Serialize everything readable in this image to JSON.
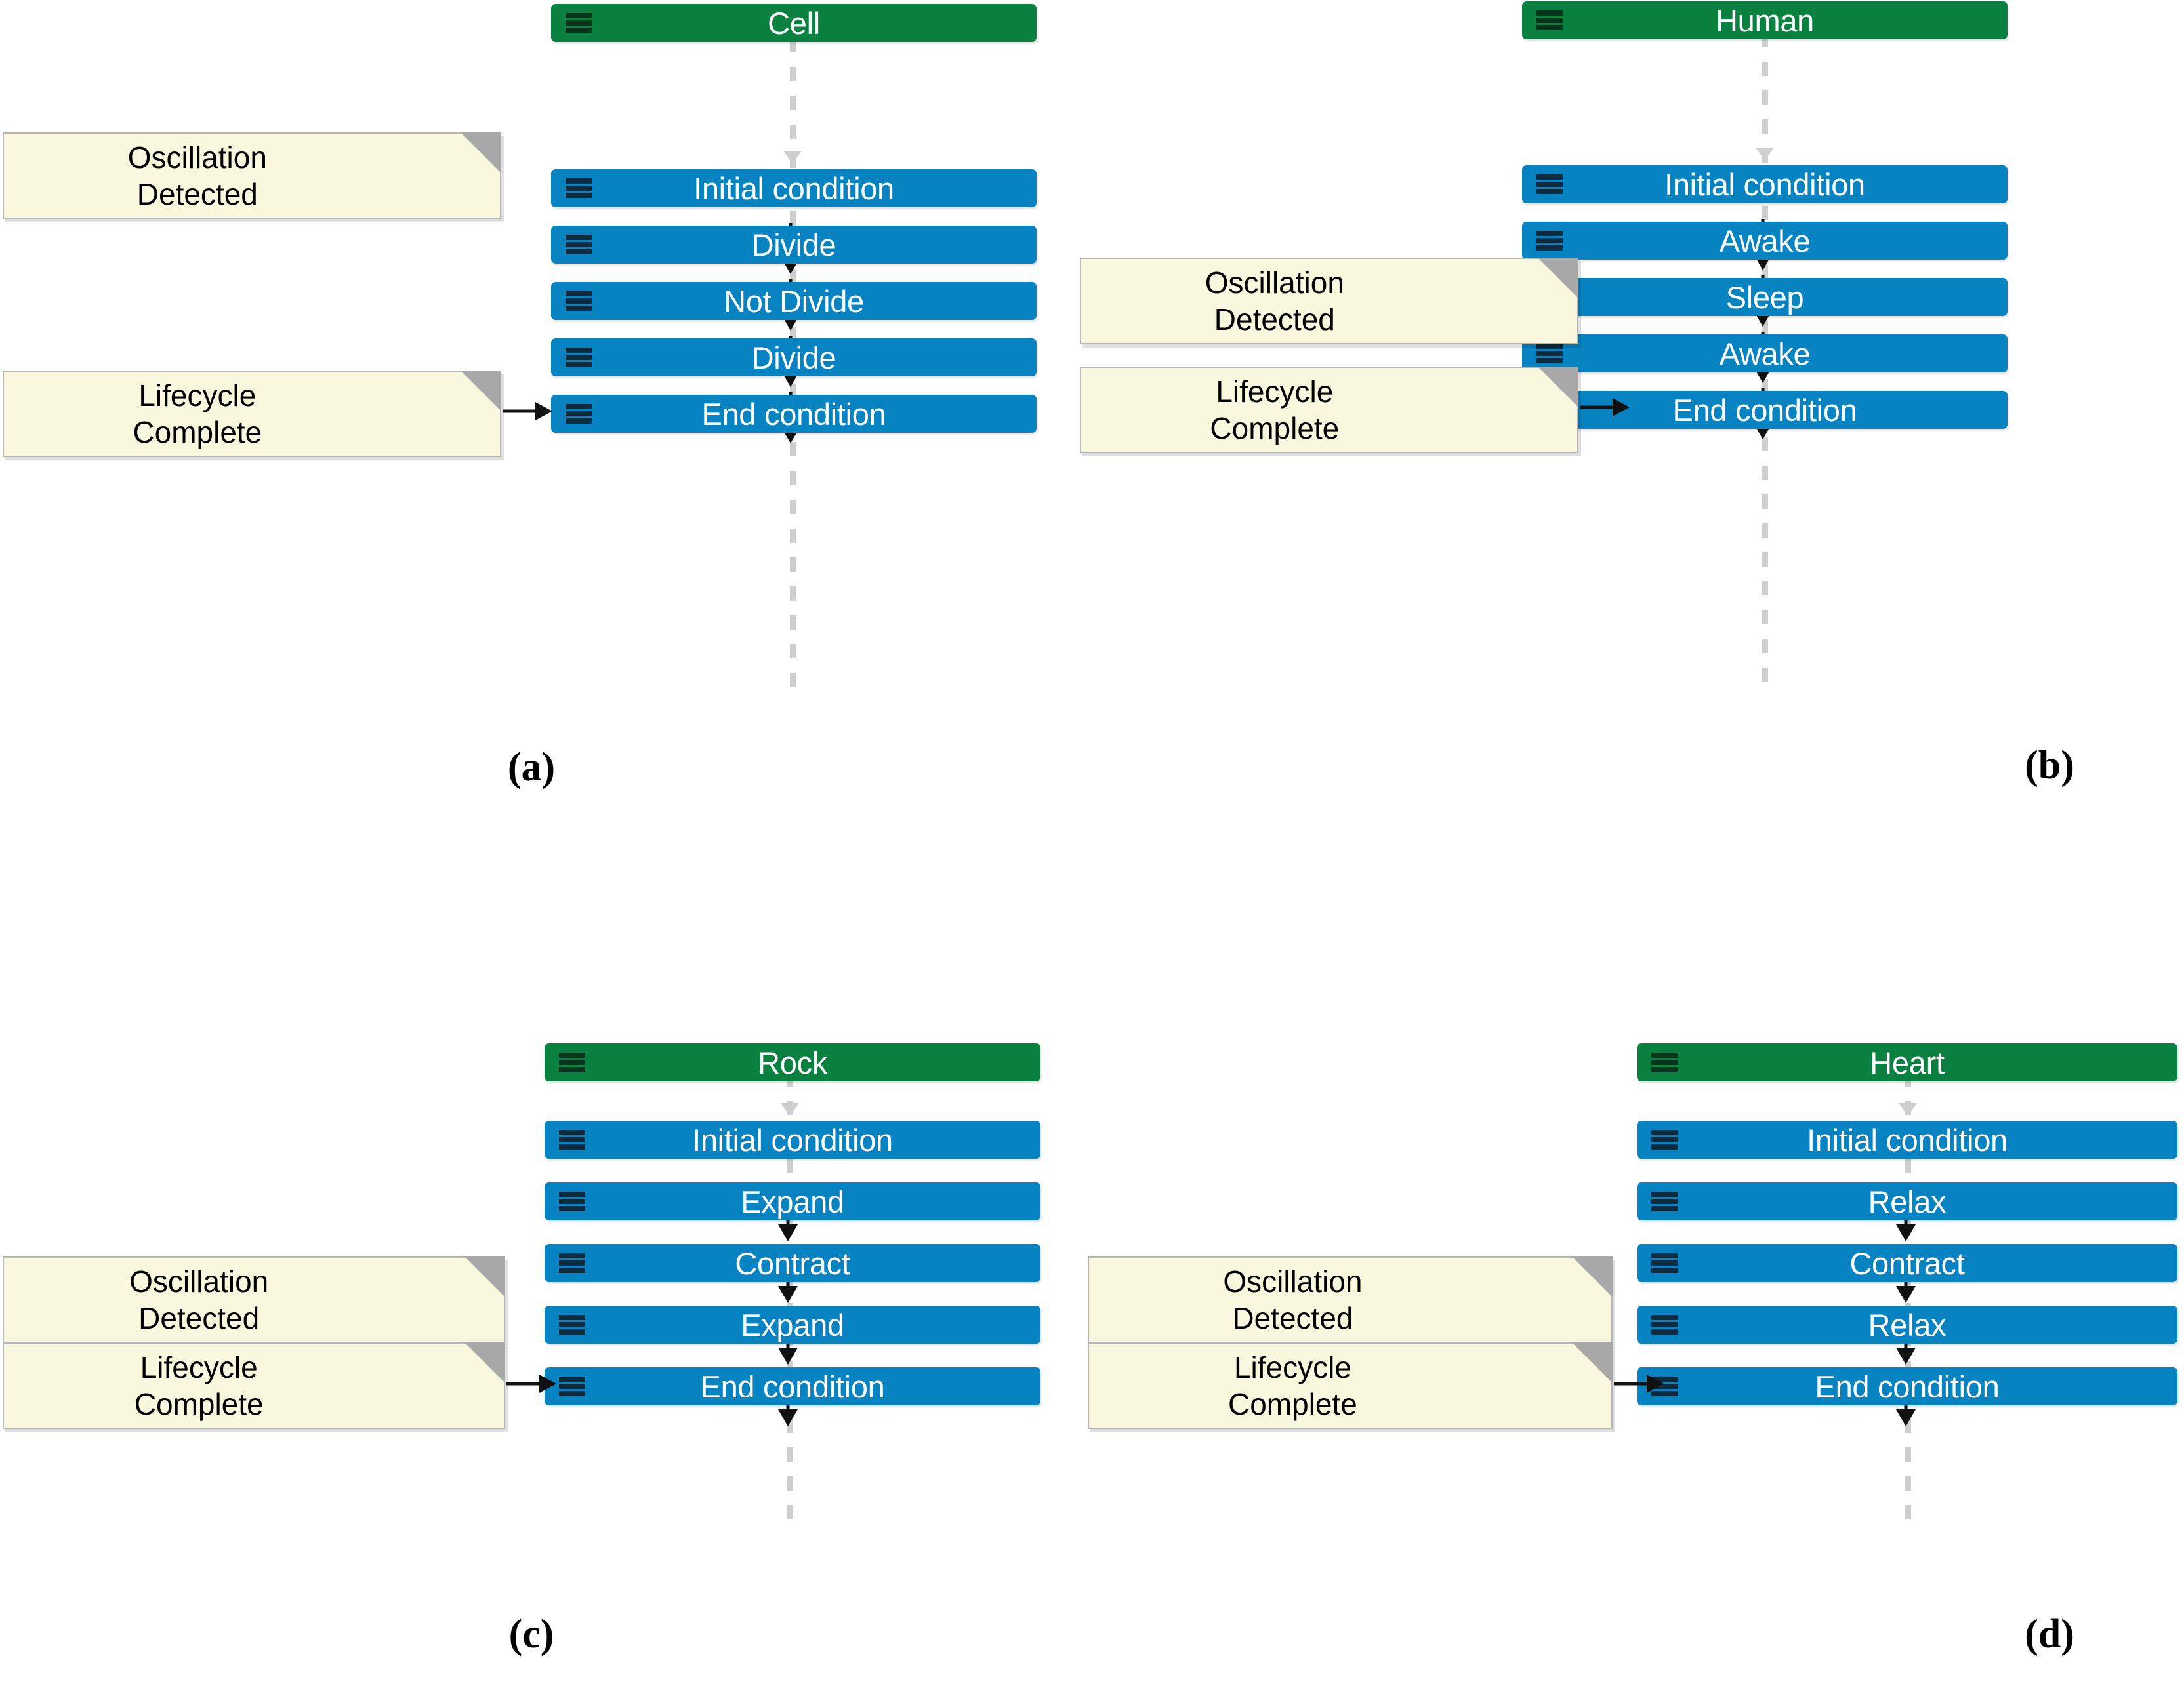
{
  "figure": {
    "title": "Lifecycle state-machine diagrams",
    "colors": {
      "header_green": "#0a8140",
      "node_blue": "#0883c2",
      "note_cream": "#f9f7dd",
      "note_border": "#b5b5b5",
      "note_fold": "#a8a8a8",
      "arrow_black": "#111111",
      "lifeline_gray": "#cfcfcf",
      "node_text": "#ffffff",
      "note_text": "#000000"
    },
    "icons": {
      "node_menu": "hamburger-icon"
    },
    "notes_labels": {
      "oscillation": {
        "line1": "Oscillation",
        "line2": "Detected"
      },
      "lifecycle": {
        "line1": "Lifecycle",
        "line2": "Complete"
      }
    },
    "panels": [
      {
        "caption": "(a)",
        "header": "Cell",
        "nodes": [
          "Initial condition",
          "Divide",
          "Not Divide",
          "Divide",
          "End condition"
        ],
        "notes": [
          {
            "id": "oscillation",
            "line1": "Oscillation",
            "line2": "Detected",
            "has_arrow": false
          },
          {
            "id": "lifecycle",
            "line1": "Lifecycle",
            "line2": "Complete",
            "has_arrow": true
          }
        ]
      },
      {
        "caption": "(b)",
        "header": "Human",
        "nodes": [
          "Initial condition",
          "Awake",
          "Sleep",
          "Awake",
          "End condition"
        ],
        "notes": [
          {
            "id": "oscillation",
            "line1": "Oscillation",
            "line2": "Detected",
            "has_arrow": false
          },
          {
            "id": "lifecycle",
            "line1": "Lifecycle",
            "line2": "Complete",
            "has_arrow": true
          }
        ]
      },
      {
        "caption": "(c)",
        "header": "Rock",
        "nodes": [
          "Initial condition",
          "Expand",
          "Contract",
          "Expand",
          "End condition"
        ],
        "notes": [
          {
            "id": "oscillation",
            "line1": "Oscillation",
            "line2": "Detected",
            "has_arrow": false
          },
          {
            "id": "lifecycle",
            "line1": "Lifecycle",
            "line2": "Complete",
            "has_arrow": true
          }
        ]
      },
      {
        "caption": "(d)",
        "header": "Heart",
        "nodes": [
          "Initial condition",
          "Relax",
          "Contract",
          "Relax",
          "End condition"
        ],
        "notes": [
          {
            "id": "oscillation",
            "line1": "Oscillation",
            "line2": "Detected",
            "has_arrow": false
          },
          {
            "id": "lifecycle",
            "line1": "Lifecycle",
            "line2": "Complete",
            "has_arrow": true
          }
        ]
      }
    ]
  }
}
